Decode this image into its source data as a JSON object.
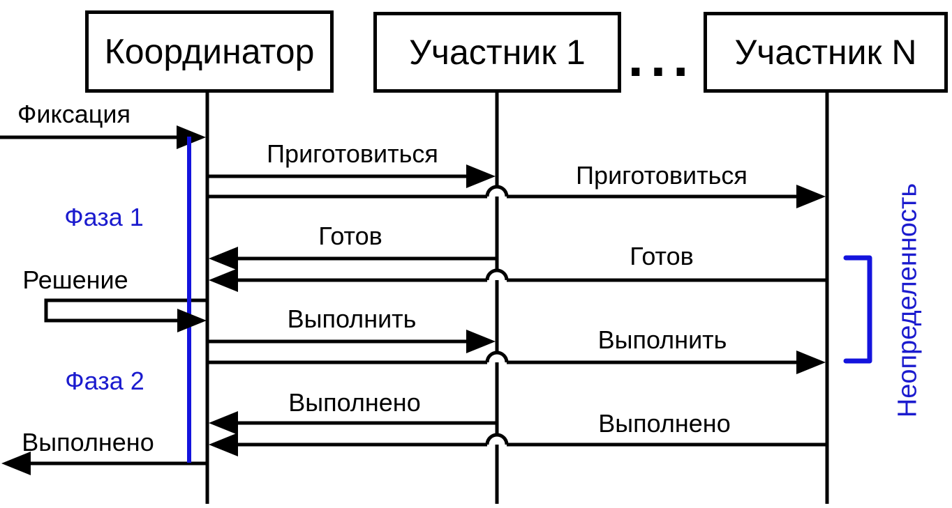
{
  "diagram": {
    "title_semantic": "Two-phase commit sequence diagram",
    "actors": [
      {
        "label": "Координатор"
      },
      {
        "label": "Участник 1"
      },
      {
        "label": "Участник N"
      }
    ],
    "ellipsis": "...",
    "external": {
      "commit_request": "Фиксация",
      "decision": "Решение",
      "done_out": "Выполнено"
    },
    "phases": {
      "phase1": "Фаза 1",
      "phase2": "Фаза 2"
    },
    "messages": {
      "prepare_1": "Приготовиться",
      "prepare_n": "Приготовиться",
      "ready_1": "Готов",
      "ready_n": "Готов",
      "execute_1": "Выполнить",
      "execute_n": "Выполнить",
      "done_1": "Выполнено",
      "done_n": "Выполнено"
    },
    "uncertainty_label": "Неопределенность",
    "colors": {
      "line_black": "#000000",
      "accent_blue_line": "#1414dd",
      "accent_blue_text": "#1b1bce",
      "background": "#ffffff"
    }
  }
}
